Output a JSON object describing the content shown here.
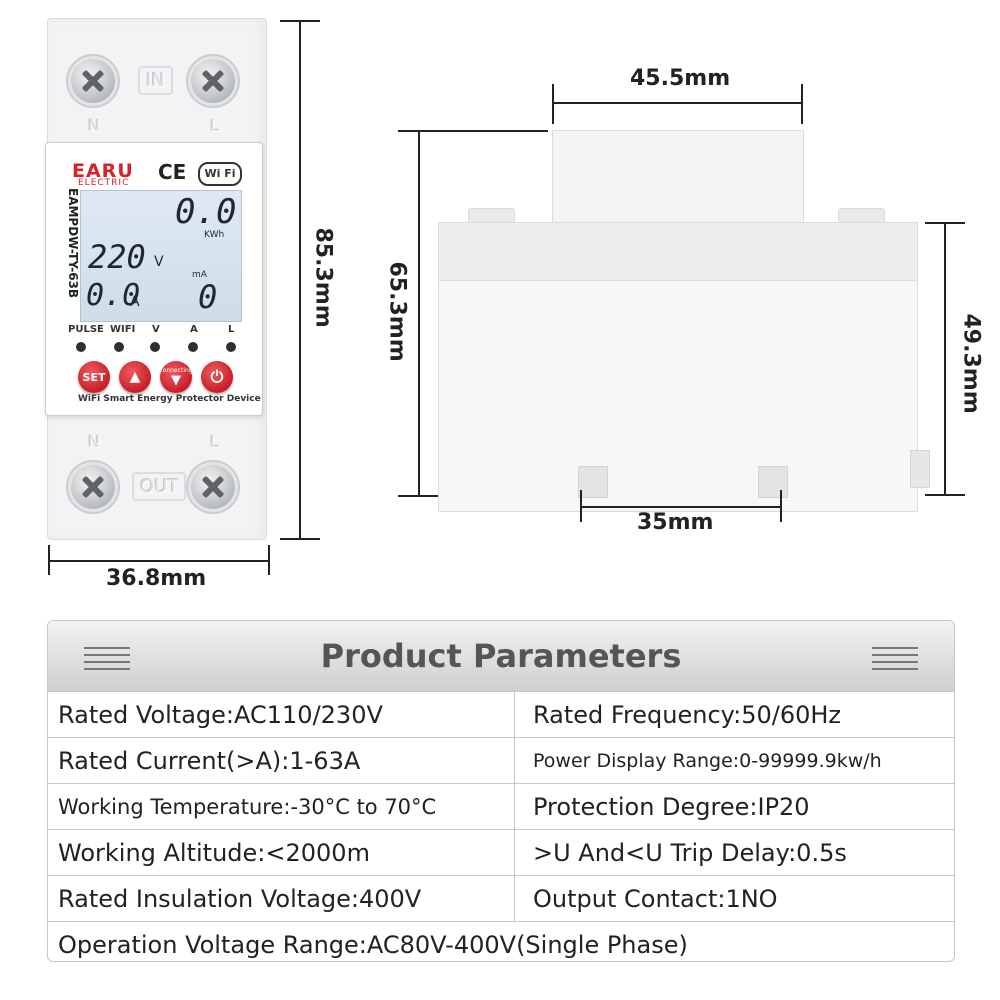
{
  "device_front": {
    "brand": "EARU",
    "brand_sub": "ELECTRIC",
    "ce_mark": "CE",
    "wifi_badge": "Wi Fi",
    "model": "EAMPDW-TY-63B",
    "top_terminals": {
      "left": "N",
      "right": "L",
      "center": "IN"
    },
    "bottom_terminals": {
      "left": "N",
      "right": "L",
      "center": "OUT"
    },
    "display": {
      "energy": "0.0",
      "energy_unit": "KWh",
      "voltage": "220",
      "voltage_unit": "V",
      "current": "0.0",
      "current_unit": "A",
      "leak_unit": "mA",
      "leak": "0"
    },
    "indicators": [
      "PULSE",
      "WIFI",
      "V",
      "A",
      "L"
    ],
    "buttons": {
      "set": "SET",
      "connecting": "connecting"
    },
    "footer": "WiFi Smart Energy Protector Device"
  },
  "dimensions": {
    "front_height": "85.3mm",
    "front_width": "36.8mm",
    "side_top_width": "45.5mm",
    "side_height": "65.3mm",
    "side_right_height": "49.3mm",
    "side_rail": "35mm"
  },
  "parameters": {
    "title": "Product Parameters",
    "rows": [
      {
        "left": "Rated Voltage:AC110/230V",
        "right": "Rated Frequency:50/60Hz"
      },
      {
        "left": "Rated Current(>A):1-63A",
        "right": "Power Display Range:0-99999.9kw/h"
      },
      {
        "left": "Working Temperature:-30°C to 70°C",
        "right": "Protection Degree:IP20"
      },
      {
        "left": "Working Altitude:<2000m",
        "right": ">U And<U Trip Delay:0.5s"
      },
      {
        "left": "Rated Insulation Voltage:400V",
        "right": "Output Contact:1NO"
      }
    ],
    "full_row": "Operation Voltage Range:AC80V-400V(Single Phase)"
  }
}
